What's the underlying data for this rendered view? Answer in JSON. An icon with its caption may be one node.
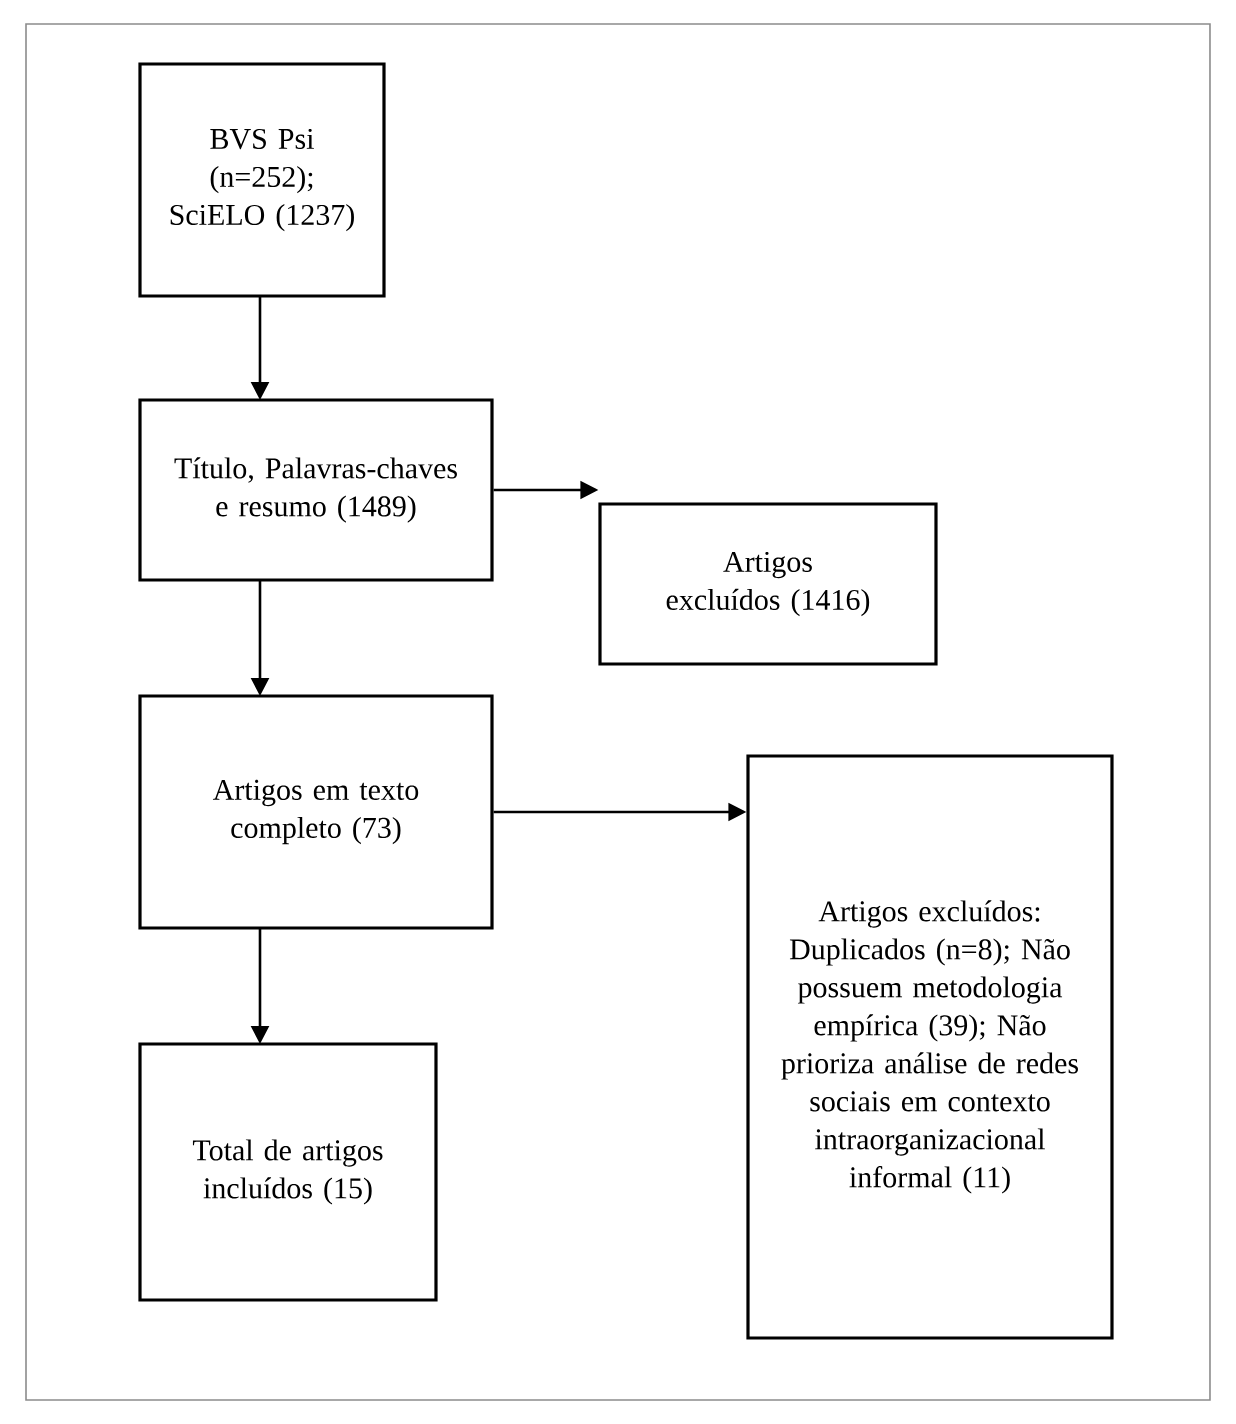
{
  "diagram": {
    "nodes": [
      {
        "text": [
          "BVS Psi (n=252); SciELO (1237)"
        ]
      },
      {
        "text": [
          "Título, Palavras-chaves e resumo (1489)"
        ]
      },
      {
        "text": [
          "Artigos excluídos (1416)"
        ]
      },
      {
        "text": [
          "Artigos em texto completo (73)"
        ]
      },
      {
        "text": [
          "Artigos excluídos: Duplicados (n=8); Não possuem metodologia empírica (39); Não prioriza análise de redes sociais em contexto intraorganizacional informal (11)"
        ]
      },
      {
        "text": [
          "Total de artigos incluídos (15)"
        ]
      }
    ],
    "edges": [
      {
        "from": 0,
        "to": 1,
        "arrow": "to"
      },
      {
        "from": 1,
        "to": 2,
        "arrow": "to"
      },
      {
        "from": 1,
        "to": 3,
        "arrow": "to"
      },
      {
        "from": 3,
        "to": 4,
        "arrow": "to"
      },
      {
        "from": 3,
        "to": 5,
        "arrow": "to"
      }
    ]
  }
}
